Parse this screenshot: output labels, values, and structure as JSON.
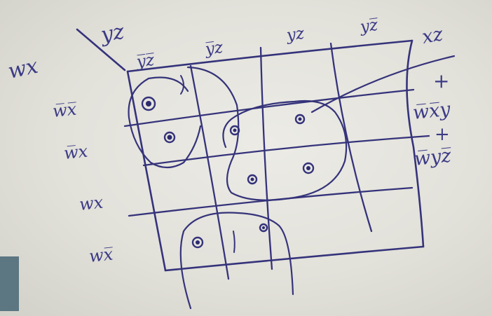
{
  "kmap": {
    "corner_row_vars": "wx",
    "corner_col_vars": "yz",
    "column_labels": [
      "y̅z̅",
      "y̅z",
      "yz",
      "yz̅"
    ],
    "row_labels": [
      "w̅x̅",
      "w̅x",
      "wx",
      "wx̅"
    ],
    "cells_marked": [
      {
        "row": 0,
        "col": 0,
        "value": "1"
      },
      {
        "row": 1,
        "col": 0,
        "value": "1"
      },
      {
        "row": 1,
        "col": 1,
        "value": "1"
      },
      {
        "row": 1,
        "col": 2,
        "value": "1"
      },
      {
        "row": 2,
        "col": 1,
        "value": "1"
      },
      {
        "row": 2,
        "col": 2,
        "value": "1"
      },
      {
        "row": 3,
        "col": 0,
        "value": "1"
      },
      {
        "row": 3,
        "col": 1,
        "value": "1"
      }
    ],
    "result_terms": [
      "xz",
      "+",
      "w̅x̅y",
      "+",
      "w̅yz̅"
    ]
  }
}
